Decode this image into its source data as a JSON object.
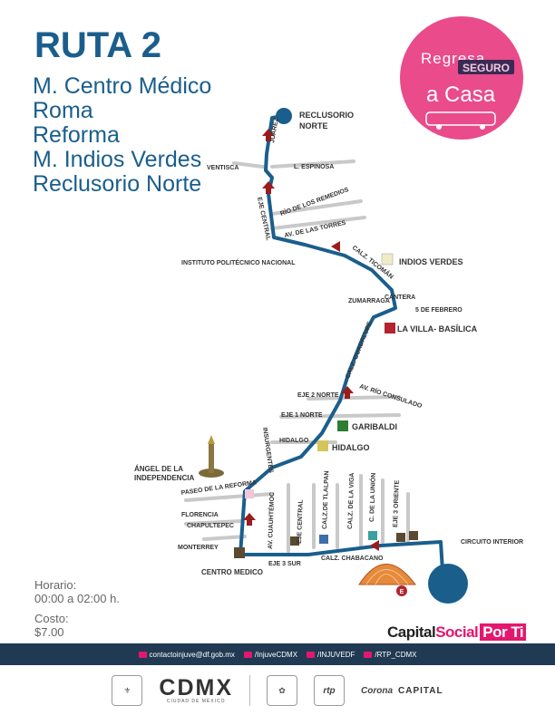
{
  "title": "RUTA 2",
  "stops": [
    "M. Centro Médico",
    "Roma",
    "Reforma",
    "M. Indios Verdes",
    "Reclusorio Norte"
  ],
  "badge": {
    "line1": "Regresa",
    "highlight": "SEGURO",
    "line2": "a Casa"
  },
  "map_labels": {
    "reclusorio": [
      "RECLUSORIO",
      "NORTE"
    ],
    "juarez": "JUÁREZ",
    "ventisca": "VENTISCA",
    "espinosa": "L. ESPINOSA",
    "eje_central": "EJE CENTRAL",
    "remedios": "RÍO DE LOS REMEDIOS",
    "torres": "AV. DE LAS TORRES",
    "ipn": "INSTITUTO POLITÉCNICO NACIONAL",
    "ticoman": "CALZ. TICOMÁN",
    "indios_verdes": "INDIOS VERDES",
    "cantera": "CANTERA",
    "zumarraga": "ZUMARRAGA",
    "febrero": "5 DE FEBRERO",
    "villa": "LA VILLA- BASÍLICA",
    "guadalupe": "CALZ. GUADALUPE",
    "consulado": "AV. RÍO CONSULADO",
    "eje2": "EJE 2 NORTE",
    "eje1": "EJE 1 NORTE",
    "garibaldi": "GARIBALDI",
    "hidalgo_st": "HIDALGO",
    "hidalgo": "HIDALGO",
    "insurgentes": "INSURGENTES",
    "angel": [
      "ÁNGEL DE LA",
      "INDEPENDENCIA"
    ],
    "reforma": "PASEO DE LA REFORMA",
    "florencia": "FLORENCIA",
    "chapultepec": "CHAPULTEPEC",
    "monterrey": "MONTERREY",
    "cuauhtemoc": "AV. CUAUHTÉMOC",
    "eje_central2": "EJE CENTRAL",
    "tlalpan": "CALZ.DE TLALPAN",
    "viga": "CALZ. DE LA VIGA",
    "union": "C. DE LA UNIÓN",
    "eje3o": "EJE 3 ORIENTE",
    "circuito": "CIRCUITO INTERIOR",
    "eje3s": "EJE 3 SUR",
    "chabacano": "CALZ. CHABACANO",
    "centro_medico": "CENTRO MEDICO",
    "metro_letter": "E"
  },
  "horario_label": "Horario:",
  "horario": "00:00 a 02:00 h.",
  "costo_label": "Costo:",
  "costo": "$7.00",
  "brand": {
    "a": "Capital",
    "b": "Social",
    "c": "Por Ti"
  },
  "contacts": [
    "contactoinjuve@df.gob.mx",
    "/InjuveCDMX",
    "/INJUVEDF",
    "/RTP_CDMX"
  ],
  "footer": {
    "cdmx": "CDMX",
    "cdmx_sub": "CIUDAD DE MÉXICO",
    "rtp": "rtp",
    "corona": "Corona",
    "capital": "CAPITAL"
  },
  "colors": {
    "route": "#1a5e8c",
    "pink": "#e94b8b",
    "arrow": "#9b1c1c",
    "street": "#c9c9c9",
    "footer_bar": "#213a53"
  }
}
